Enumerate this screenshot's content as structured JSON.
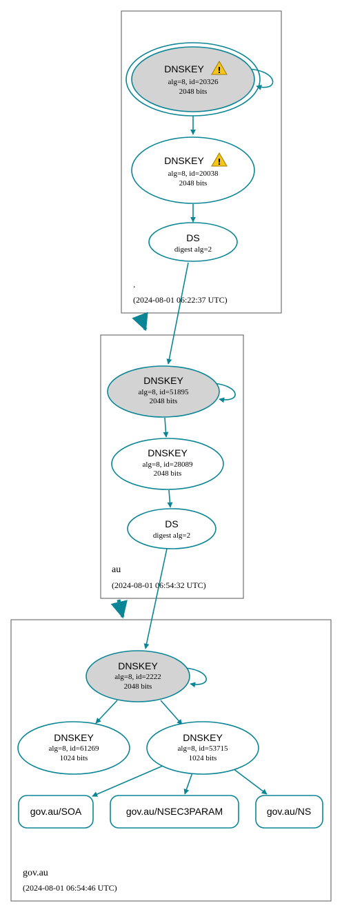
{
  "colors": {
    "edge": "#0a8595",
    "sep_fill": "#d3d3d3",
    "node_fill": "#ffffff",
    "zone_border": "#555555",
    "warning_fill": "#f5c518"
  },
  "zones": {
    "root": {
      "name": ".",
      "timestamp": "(2024-08-01 06:22:37 UTC)"
    },
    "au": {
      "name": "au",
      "timestamp": "(2024-08-01 06:54:32 UTC)"
    },
    "gov_au": {
      "name": "gov.au",
      "timestamp": "(2024-08-01 06:54:46 UTC)"
    }
  },
  "nodes": {
    "root_ksk": {
      "title": "DNSKEY",
      "line1": "alg=8, id=20326",
      "line2": "2048 bits",
      "icon": "warning-icon"
    },
    "root_zsk": {
      "title": "DNSKEY",
      "line1": "alg=8, id=20038",
      "line2": "2048 bits",
      "icon": "warning-icon"
    },
    "root_ds": {
      "title": "DS",
      "line1": "digest alg=2"
    },
    "au_ksk": {
      "title": "DNSKEY",
      "line1": "alg=8, id=51895",
      "line2": "2048 bits"
    },
    "au_zsk": {
      "title": "DNSKEY",
      "line1": "alg=8, id=28089",
      "line2": "2048 bits"
    },
    "au_ds": {
      "title": "DS",
      "line1": "digest alg=2"
    },
    "gov_ksk": {
      "title": "DNSKEY",
      "line1": "alg=8, id=2222",
      "line2": "2048 bits"
    },
    "gov_zsk1": {
      "title": "DNSKEY",
      "line1": "alg=8, id=61269",
      "line2": "1024 bits"
    },
    "gov_zsk2": {
      "title": "DNSKEY",
      "line1": "alg=8, id=53715",
      "line2": "1024 bits"
    },
    "gov_soa": {
      "label": "gov.au/SOA"
    },
    "gov_nsec3param": {
      "label": "gov.au/NSEC3PARAM"
    },
    "gov_ns": {
      "label": "gov.au/NS"
    }
  }
}
